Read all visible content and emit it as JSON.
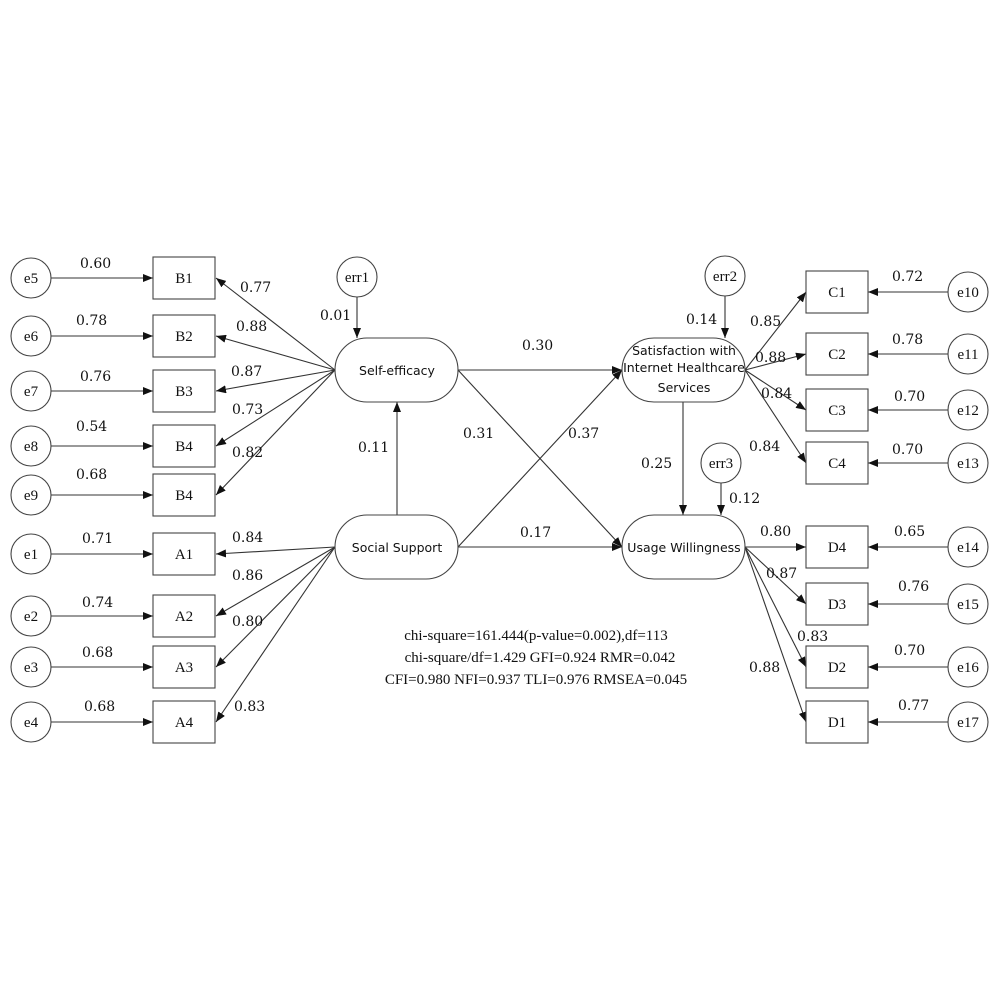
{
  "latents": {
    "self_efficacy": "Self-efficacy",
    "social_support": "Social Support",
    "satisfaction": [
      "Satisfaction with",
      "Internet Healthcare",
      "Services"
    ],
    "usage": "Usage Willingness"
  },
  "disturbances": {
    "err1": {
      "label": "err1",
      "value": "0.01"
    },
    "err2": {
      "label": "err2",
      "value": "0.14"
    },
    "err3": {
      "label": "err3",
      "value": "0.12"
    }
  },
  "structural_paths": {
    "self_to_satisfaction": "0.30",
    "self_to_usage": "0.31",
    "social_to_satisfaction": "0.37",
    "social_to_usage": "0.17",
    "social_to_self": "0.11",
    "satisfaction_to_usage": "0.25"
  },
  "indicators": [
    {
      "name": "B1",
      "error": "e5",
      "error_value": "0.60",
      "loading": "0.77",
      "factor": "self_efficacy"
    },
    {
      "name": "B2",
      "error": "e6",
      "error_value": "0.78",
      "loading": "0.88",
      "factor": "self_efficacy"
    },
    {
      "name": "B3",
      "error": "e7",
      "error_value": "0.76",
      "loading": "0.87",
      "factor": "self_efficacy"
    },
    {
      "name": "B4",
      "error": "e8",
      "error_value": "0.54",
      "loading": "0.73",
      "factor": "self_efficacy"
    },
    {
      "name": "B4",
      "error": "e9",
      "error_value": "0.68",
      "loading": "0.82",
      "factor": "self_efficacy"
    },
    {
      "name": "A1",
      "error": "e1",
      "error_value": "0.71",
      "loading": "0.84",
      "factor": "social_support"
    },
    {
      "name": "A2",
      "error": "e2",
      "error_value": "0.74",
      "loading": "0.86",
      "factor": "social_support"
    },
    {
      "name": "A3",
      "error": "e3",
      "error_value": "0.68",
      "loading": "0.80",
      "factor": "social_support"
    },
    {
      "name": "A4",
      "error": "e4",
      "error_value": "0.68",
      "loading": "0.83",
      "factor": "social_support"
    },
    {
      "name": "C1",
      "error": "e10",
      "error_value": "0.72",
      "loading": "0.85",
      "factor": "satisfaction"
    },
    {
      "name": "C2",
      "error": "e11",
      "error_value": "0.78",
      "loading": "0.88",
      "factor": "satisfaction"
    },
    {
      "name": "C3",
      "error": "e12",
      "error_value": "0.70",
      "loading": "0.84",
      "factor": "satisfaction"
    },
    {
      "name": "C4",
      "error": "e13",
      "error_value": "0.70",
      "loading": "0.84",
      "factor": "satisfaction"
    },
    {
      "name": "D4",
      "error": "e14",
      "error_value": "0.65",
      "loading": "0.80",
      "factor": "usage"
    },
    {
      "name": "D3",
      "error": "e15",
      "error_value": "0.76",
      "loading": "0.87",
      "factor": "usage"
    },
    {
      "name": "D2",
      "error": "e16",
      "error_value": "0.70",
      "loading": "0.83",
      "factor": "usage"
    },
    {
      "name": "D1",
      "error": "e17",
      "error_value": "0.77",
      "loading": "0.88",
      "factor": "usage"
    }
  ],
  "fit_indices": [
    "chi-square=161.444(p-value=0.002),df=113",
    "chi-square/df=1.429 GFI=0.924 RMR=0.042",
    "CFI=0.980 NFI=0.937 TLI=0.976 RMSEA=0.045"
  ]
}
